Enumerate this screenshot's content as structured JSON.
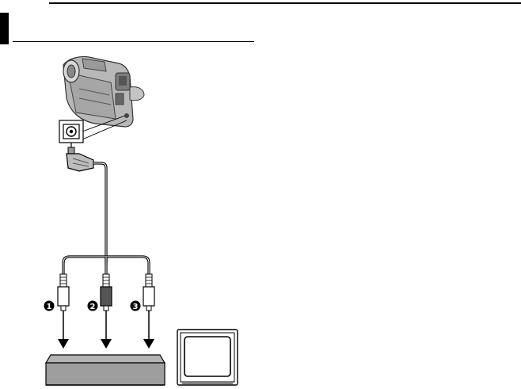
{
  "page": {
    "section_title": ""
  },
  "diagram": {
    "plugs": [
      {
        "number": "1"
      },
      {
        "number": "2"
      },
      {
        "number": "3"
      }
    ],
    "icons": [
      "camcorder-icon",
      "av-connector-icon",
      "cable-plug-icon",
      "vcr-icon",
      "tv-icon"
    ]
  }
}
